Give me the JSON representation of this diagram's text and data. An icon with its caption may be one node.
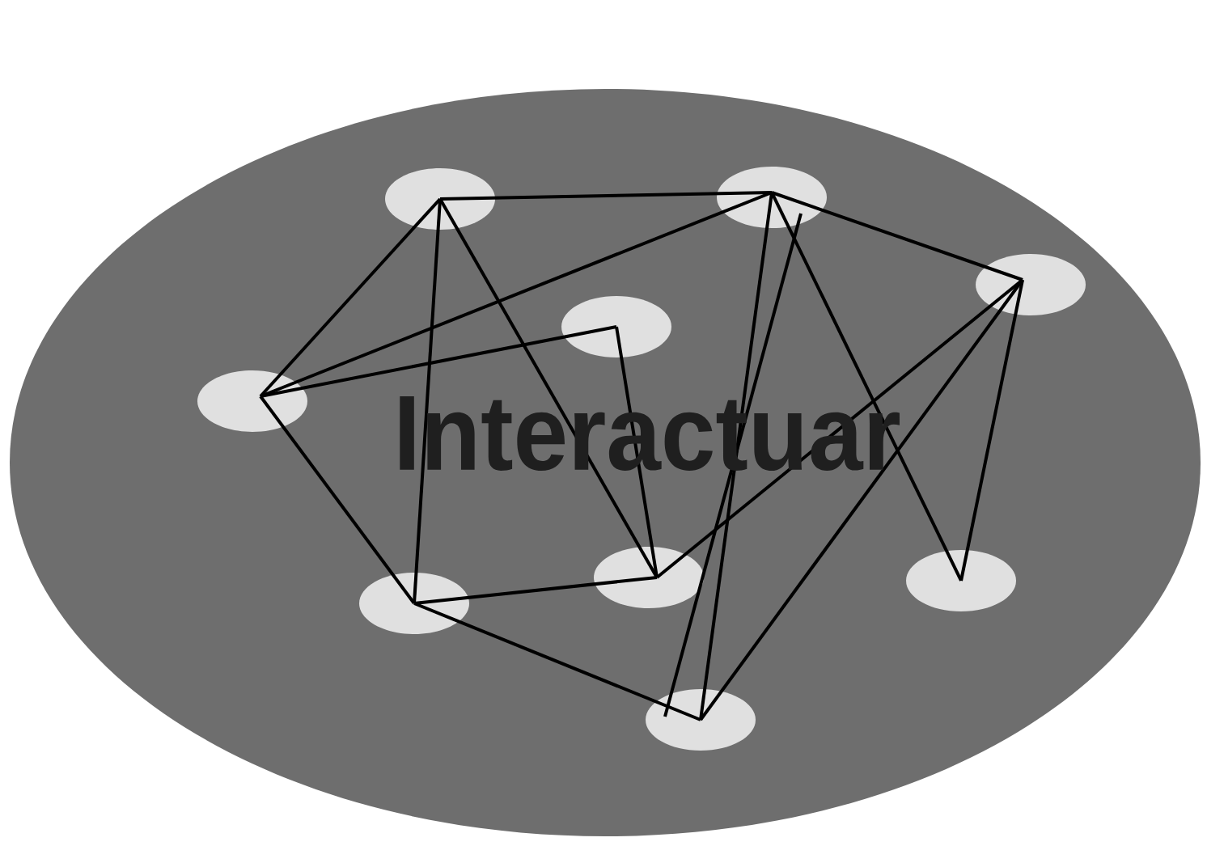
{
  "diagram": {
    "nodes": [
      {
        "text": [
          "Interactuar"
        ]
      },
      {
        "text": [],
        "shape": "ellipse",
        "in": 0
      },
      {
        "text": [],
        "shape": "ellipse",
        "in": 0
      },
      {
        "text": [],
        "shape": "ellipse",
        "in": 0
      },
      {
        "text": [],
        "shape": "ellipse",
        "in": 0
      },
      {
        "text": [],
        "shape": "ellipse",
        "in": 0
      },
      {
        "text": [],
        "shape": "ellipse",
        "in": 0
      },
      {
        "text": [],
        "shape": "ellipse",
        "in": 0
      },
      {
        "text": [],
        "shape": "ellipse",
        "in": 0
      },
      {
        "text": [],
        "shape": "ellipse",
        "in": 0
      }
    ],
    "edges": [
      {
        "from": 1,
        "to": 2,
        "arrow": "none"
      },
      {
        "from": 1,
        "to": 5,
        "arrow": "none"
      },
      {
        "from": 1,
        "to": 6,
        "arrow": "none"
      },
      {
        "from": 1,
        "to": 7,
        "arrow": "none"
      },
      {
        "from": 5,
        "to": 2,
        "arrow": "none"
      },
      {
        "from": 5,
        "to": 4,
        "arrow": "none"
      },
      {
        "from": 4,
        "to": 7,
        "arrow": "none"
      },
      {
        "from": 5,
        "to": 6,
        "arrow": "none"
      },
      {
        "from": 6,
        "to": 7,
        "arrow": "none"
      },
      {
        "from": 6,
        "to": 9,
        "arrow": "none"
      },
      {
        "from": 2,
        "to": 3,
        "arrow": "none"
      },
      {
        "from": 2,
        "to": 9,
        "arrow": "none"
      },
      {
        "from": 2,
        "to": 9,
        "arrow": "none"
      },
      {
        "from": 2,
        "to": 8,
        "arrow": "none"
      },
      {
        "from": 3,
        "to": 8,
        "arrow": "none"
      },
      {
        "from": 3,
        "to": 9,
        "arrow": "none"
      },
      {
        "from": 3,
        "to": 7,
        "arrow": "none"
      }
    ]
  }
}
